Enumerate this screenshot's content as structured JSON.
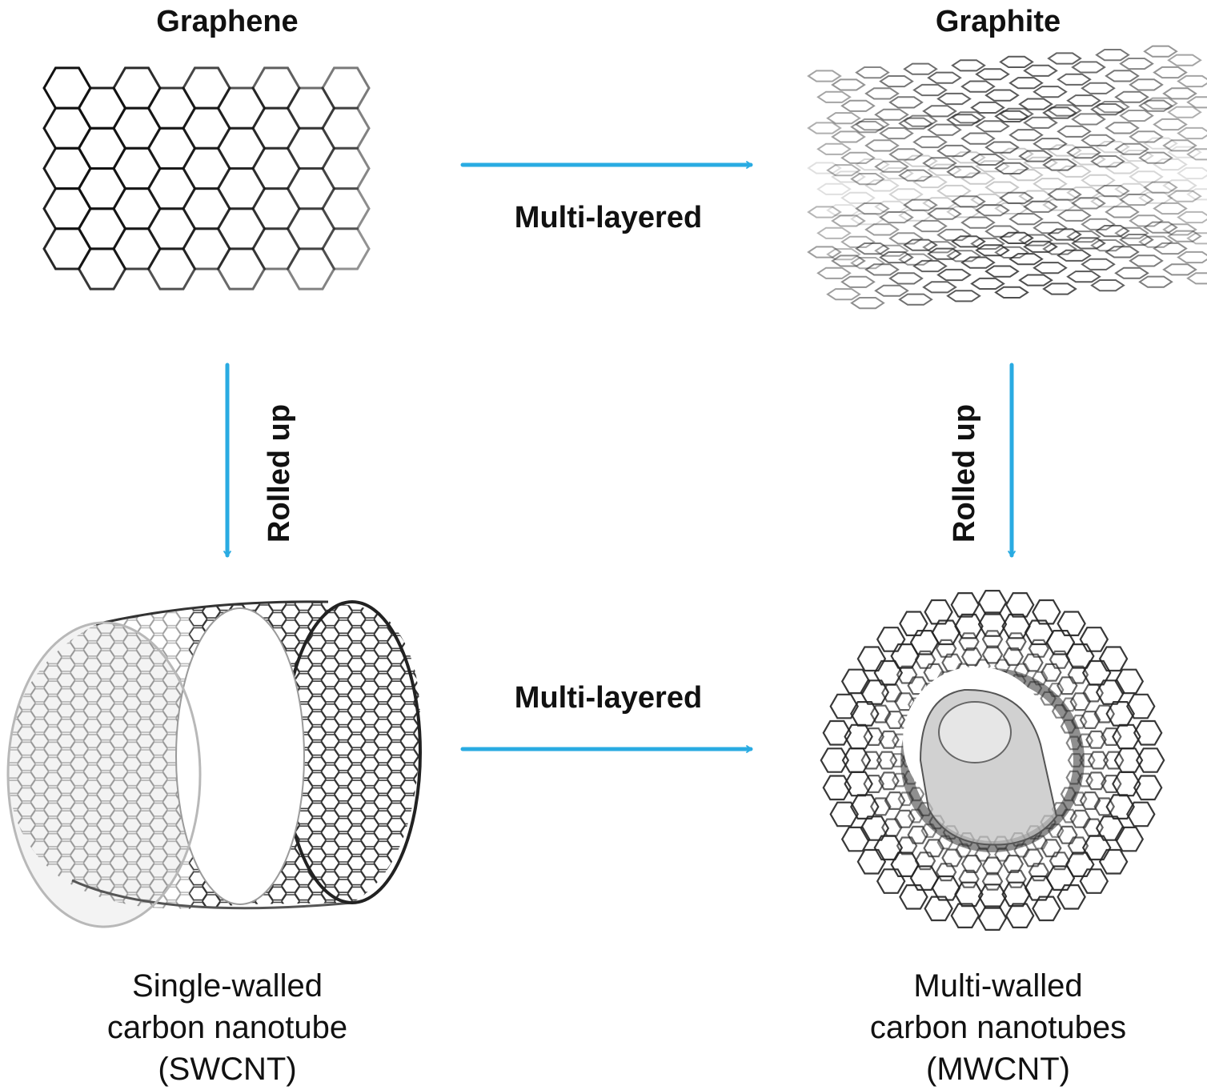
{
  "labels": {
    "graphene": "Graphene",
    "graphite": "Graphite",
    "multi_layered_top": "Multi-layered",
    "multi_layered_bottom": "Multi-layered",
    "rolled_up_left": "Rolled up",
    "rolled_up_right": "Rolled up"
  },
  "captions": {
    "swcnt": {
      "line1": "Single-walled",
      "line2": "carbon nanotube",
      "line3": "(SWCNT)"
    },
    "mwcnt": {
      "line1": "Multi-walled",
      "line2": "carbon nanotubes",
      "line3": "(MWCNT)"
    }
  },
  "colors": {
    "arrow": "#29abe2",
    "lattice": "#222222"
  }
}
